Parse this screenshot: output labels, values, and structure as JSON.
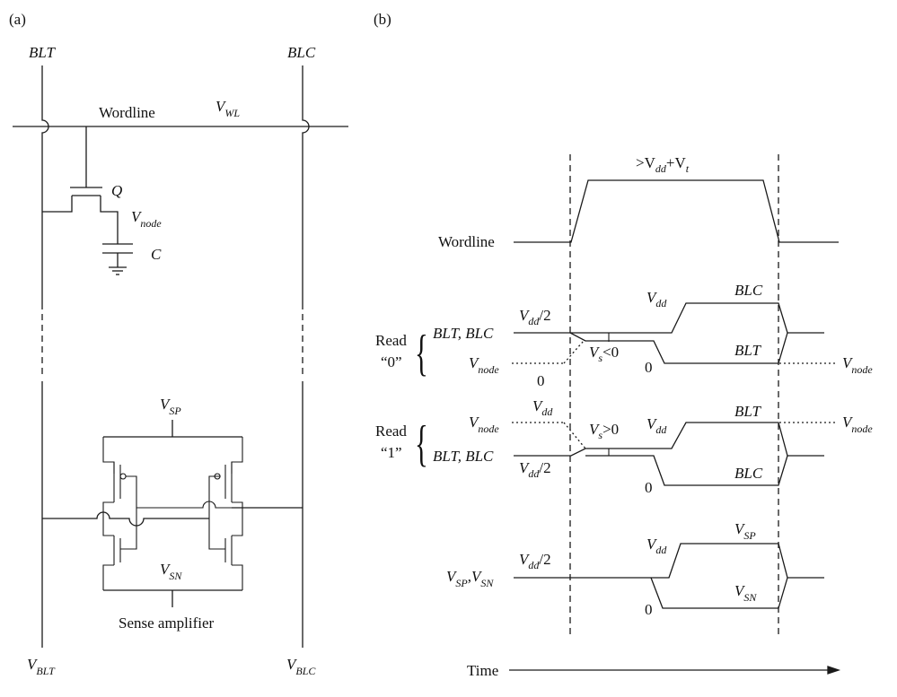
{
  "panel_a": {
    "label": "(a)",
    "blt": "BLT",
    "blc": "BLC",
    "wordline": "Wordline",
    "v_wl": {
      "main": "V",
      "sub": "WL"
    },
    "transistor": "Q",
    "v_node": {
      "main": "V",
      "sub": "node"
    },
    "capacitor": "C",
    "v_sp": {
      "main": "V",
      "sub": "SP"
    },
    "v_sn": {
      "main": "V",
      "sub": "SN"
    },
    "sense_amp": "Sense amplifier",
    "v_blt": {
      "main": "V",
      "sub": "BLT"
    },
    "v_blc": {
      "main": "V",
      "sub": "BLC"
    }
  },
  "panel_b": {
    "label": "(b)",
    "wordline_high": {
      "a": ">V",
      "a_sub": "dd",
      "b": "+V",
      "b_sub": "t"
    },
    "wordline": "Wordline",
    "read0": {
      "read": "Read",
      "value": "“0”",
      "pair": "BLT, BLC",
      "vdd2": {
        "main": "V",
        "sub": "dd",
        "tail": "/2"
      },
      "vnode": {
        "main": "V",
        "sub": "node"
      },
      "zero_start": "0",
      "vs": {
        "main": "V",
        "sub": "s",
        "tail": "<0"
      },
      "vdd": {
        "main": "V",
        "sub": "dd"
      },
      "zero": "0",
      "blc": "BLC",
      "blt": "BLT",
      "vnode_end": {
        "main": "V",
        "sub": "node"
      }
    },
    "read1": {
      "read": "Read",
      "value": "“1”",
      "vnode": {
        "main": "V",
        "sub": "node"
      },
      "pair": "BLT, BLC",
      "vdd_top": {
        "main": "V",
        "sub": "dd"
      },
      "vs": {
        "main": "V",
        "sub": "s",
        "tail": ">0"
      },
      "vdd": {
        "main": "V",
        "sub": "dd"
      },
      "vdd2": {
        "main": "V",
        "sub": "dd",
        "tail": "/2"
      },
      "zero": "0",
      "blt": "BLT",
      "blc": "BLC",
      "vnode_end": {
        "main": "V",
        "sub": "node"
      }
    },
    "supply": {
      "vsp": "V",
      "vsp_sub": "SP",
      "vsn": "V",
      "vsn_sub": "SN",
      "vdd2": {
        "main": "V",
        "sub": "dd",
        "tail": "/2"
      },
      "vdd": {
        "main": "V",
        "sub": "dd"
      },
      "zero": "0",
      "sp": {
        "main": "V",
        "sub": "SP"
      },
      "sn": {
        "main": "V",
        "sub": "SN"
      }
    },
    "time": "Time"
  }
}
